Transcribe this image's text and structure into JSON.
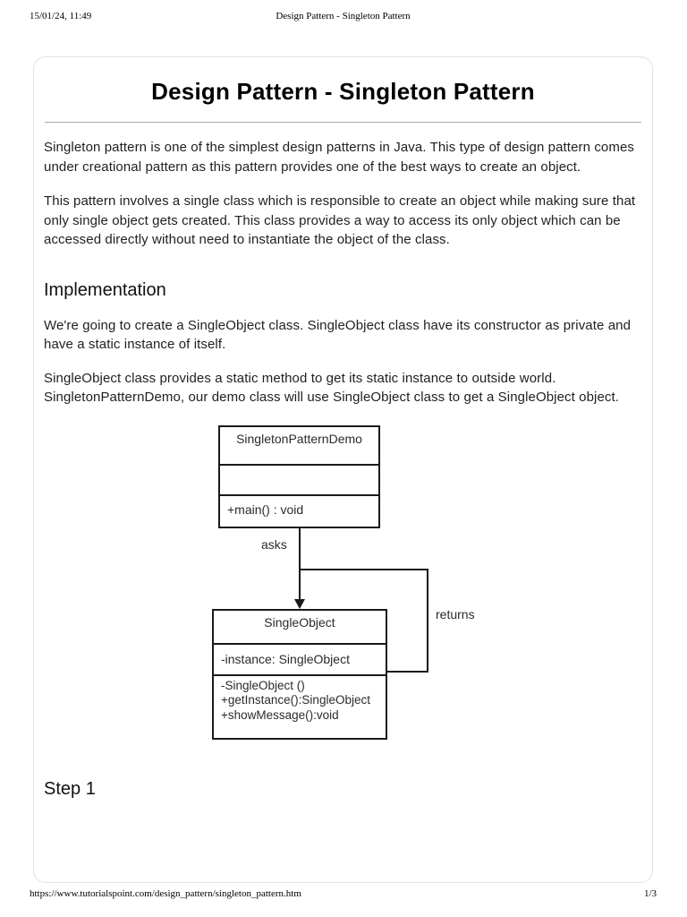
{
  "page": {
    "print_header": {
      "datetime": "15/01/24, 11:49",
      "title": "Design Pattern - Singleton Pattern"
    },
    "print_footer": {
      "url": "https://www.tutorialspoint.com/design_pattern/singleton_pattern.htm",
      "page_indicator": "1/3"
    }
  },
  "article": {
    "title": "Design Pattern - Singleton Pattern",
    "intro_paragraphs": [
      "Singleton pattern is one of the simplest design patterns in Java. This type of design pattern comes under creational pattern as this pattern provides one of the best ways to create an object.",
      "This pattern involves a single class which is responsible to create an object while making sure that only single object gets created. This class provides a way to access its only object which can be accessed directly without need to instantiate the object of the class."
    ],
    "sections": [
      {
        "heading": "Implementation",
        "paragraphs": [
          "We're going to create a SingleObject class. SingleObject class have its constructor as private and have a static instance of itself.",
          "SingleObject class provides a static method to get its static instance to outside world. SingletonPatternDemo, our demo class will use SingleObject class to get a SingleObject object."
        ]
      },
      {
        "heading": "Step 1",
        "paragraphs": []
      }
    ]
  },
  "diagram": {
    "demo_class": {
      "name": "SingletonPatternDemo",
      "attributes": "",
      "method_line": "+main() : void"
    },
    "singleton_class": {
      "name": "SingleObject",
      "attribute_line": "-instance: SingleObject",
      "methods": [
        "-SingleObject ()",
        "+getInstance():SingleObject",
        "+showMessage():void"
      ]
    },
    "labels": {
      "asks": "asks",
      "returns": "returns"
    }
  },
  "colors": {
    "diagram_line": "#1a1a1a",
    "card_border": "#e2e2e2",
    "title_divider": "#ababab",
    "body_text": "#1f1f1f"
  }
}
